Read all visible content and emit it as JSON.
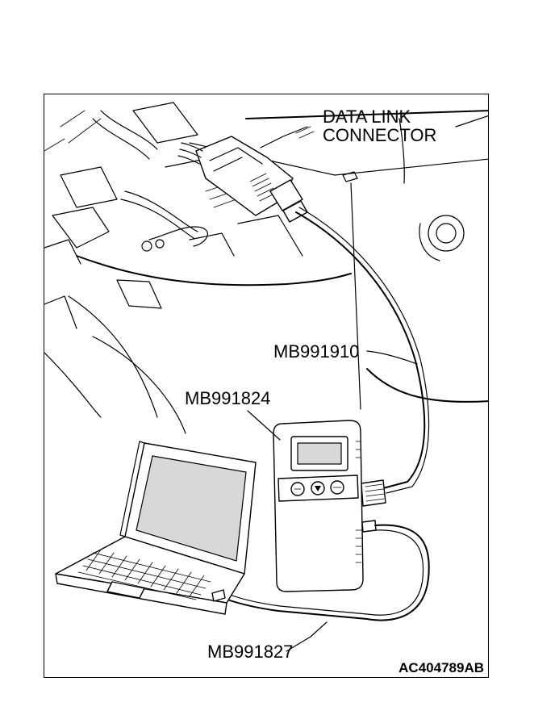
{
  "labels": {
    "data_link_connector_line1": "DATA LINK",
    "data_link_connector_line2": "CONNECTOR",
    "cable_mb991910": "MB991910",
    "interface_mb991824": "MB991824",
    "cable_mb991827": "MB991827",
    "figure_code": "AC404789AB"
  }
}
